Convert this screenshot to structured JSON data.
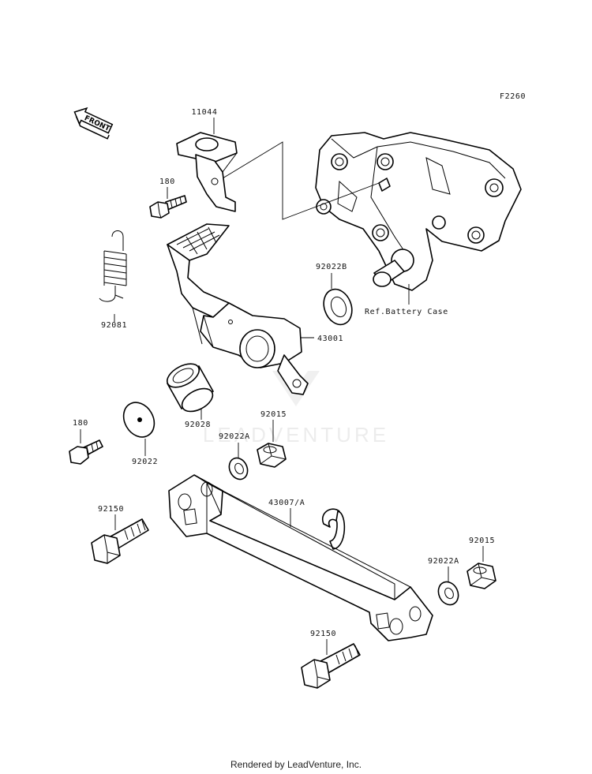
{
  "figure_code": "F2260",
  "front_label": "FRONT",
  "reference_label": "Ref.Battery Case",
  "watermark": "LEADVENTURE",
  "footer": "Rendered by LeadVenture, Inc.",
  "parts": {
    "bracket": "11044",
    "bolt_upper": "180",
    "bolt_lower": "180",
    "spring": "92081",
    "washer_b": "92022B",
    "pedal": "43001",
    "collar": "92028",
    "washer": "92022",
    "washer_a_left": "92022A",
    "nut_left": "92015",
    "rod": "43007/A",
    "bolt_left": "92150",
    "washer_a_right": "92022A",
    "nut_right": "92015",
    "bolt_right": "92150"
  }
}
